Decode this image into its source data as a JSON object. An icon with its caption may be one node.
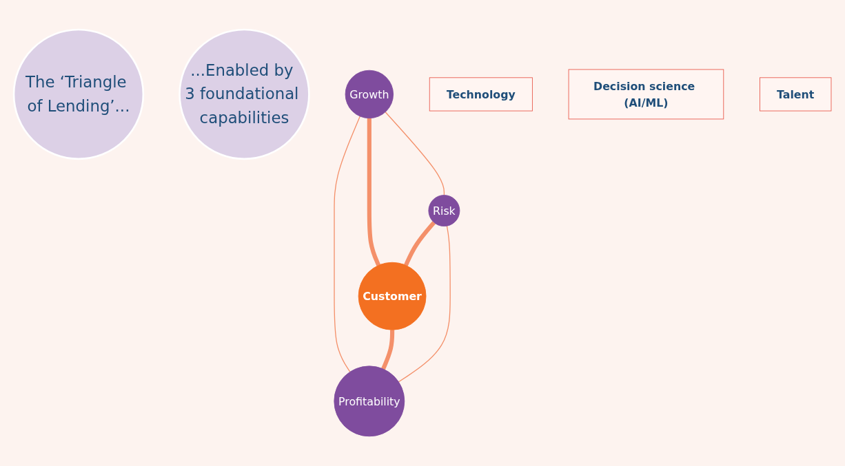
{
  "diagram": {
    "nodes": [
      {
        "text": [
          "The ‘Triangle of Lending’..."
        ]
      },
      {
        "text": [
          "...Enabled by 3 foundational capabilities"
        ]
      },
      {
        "text": [
          "Growth"
        ]
      },
      {
        "text": [
          "Customer"
        ]
      },
      {
        "text": [
          "Risk"
        ]
      },
      {
        "text": [
          "Profitability"
        ]
      },
      {
        "text": [
          "Technology"
        ]
      },
      {
        "text": [
          "Decision science (AI/ML)"
        ]
      },
      {
        "text": [
          "Talent"
        ]
      }
    ],
    "edges": [
      {
        "from": 2,
        "to": 4,
        "arrow": "none"
      },
      {
        "from": 2,
        "to": 5,
        "arrow": "none"
      },
      {
        "from": 2,
        "to": 3,
        "arrow": "none",
        "style": "thick"
      },
      {
        "from": 4,
        "to": 3,
        "arrow": "none",
        "style": "thick"
      },
      {
        "from": 3,
        "to": 5,
        "arrow": "none",
        "style": "thick"
      },
      {
        "from": 4,
        "to": 5,
        "arrow": "none"
      }
    ]
  }
}
